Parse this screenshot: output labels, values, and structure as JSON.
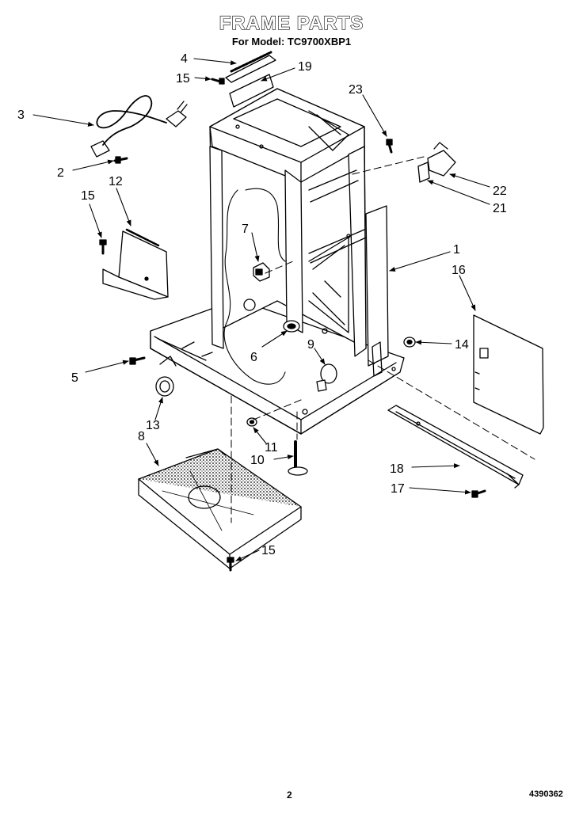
{
  "header": {
    "title": "FRAME PARTS",
    "subtitle": "For Model: TC9700XBP1"
  },
  "footer": {
    "page_number": "2",
    "document_number": "4390362"
  },
  "callouts": [
    {
      "id": "c1",
      "label": "1"
    },
    {
      "id": "c2",
      "label": "2"
    },
    {
      "id": "c3",
      "label": "3"
    },
    {
      "id": "c4",
      "label": "4"
    },
    {
      "id": "c5",
      "label": "5"
    },
    {
      "id": "c6",
      "label": "6"
    },
    {
      "id": "c7",
      "label": "7"
    },
    {
      "id": "c8",
      "label": "8"
    },
    {
      "id": "c9",
      "label": "9"
    },
    {
      "id": "c10",
      "label": "10"
    },
    {
      "id": "c11",
      "label": "11"
    },
    {
      "id": "c12",
      "label": "12"
    },
    {
      "id": "c13",
      "label": "13"
    },
    {
      "id": "c14",
      "label": "14"
    },
    {
      "id": "c15a",
      "label": "15"
    },
    {
      "id": "c15b",
      "label": "15"
    },
    {
      "id": "c15c",
      "label": "15"
    },
    {
      "id": "c16",
      "label": "16"
    },
    {
      "id": "c17",
      "label": "17"
    },
    {
      "id": "c18",
      "label": "18"
    },
    {
      "id": "c19",
      "label": "19"
    },
    {
      "id": "c21",
      "label": "21"
    },
    {
      "id": "c22",
      "label": "22"
    },
    {
      "id": "c23",
      "label": "23"
    }
  ]
}
